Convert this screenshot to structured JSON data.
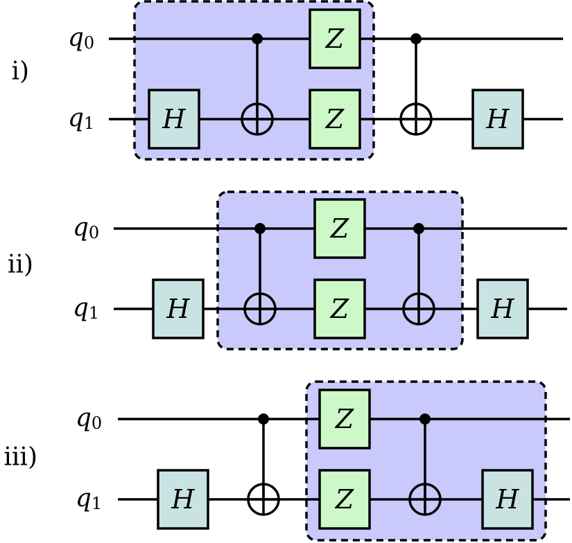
{
  "panels": [
    {
      "label": "i)",
      "qubits": [
        {
          "name": "q",
          "index": "0"
        },
        {
          "name": "q",
          "index": "1"
        }
      ],
      "gates": {
        "h_left": "H",
        "z_top": "Z",
        "z_bottom": "Z",
        "h_right": "H"
      }
    },
    {
      "label": "ii)",
      "qubits": [
        {
          "name": "q",
          "index": "0"
        },
        {
          "name": "q",
          "index": "1"
        }
      ],
      "gates": {
        "h_left": "H",
        "z_top": "Z",
        "z_bottom": "Z",
        "h_right": "H"
      }
    },
    {
      "label": "iii)",
      "qubits": [
        {
          "name": "q",
          "index": "0"
        },
        {
          "name": "q",
          "index": "1"
        }
      ],
      "gates": {
        "h_left": "H",
        "z_top": "Z",
        "z_bottom": "Z",
        "h_right": "H"
      }
    }
  ],
  "colors": {
    "highlight_fill": "#c9c9fb",
    "h_gate_fill": "#c9e3e3",
    "z_gate_fill": "#cdf9c9",
    "line": "#000000"
  }
}
